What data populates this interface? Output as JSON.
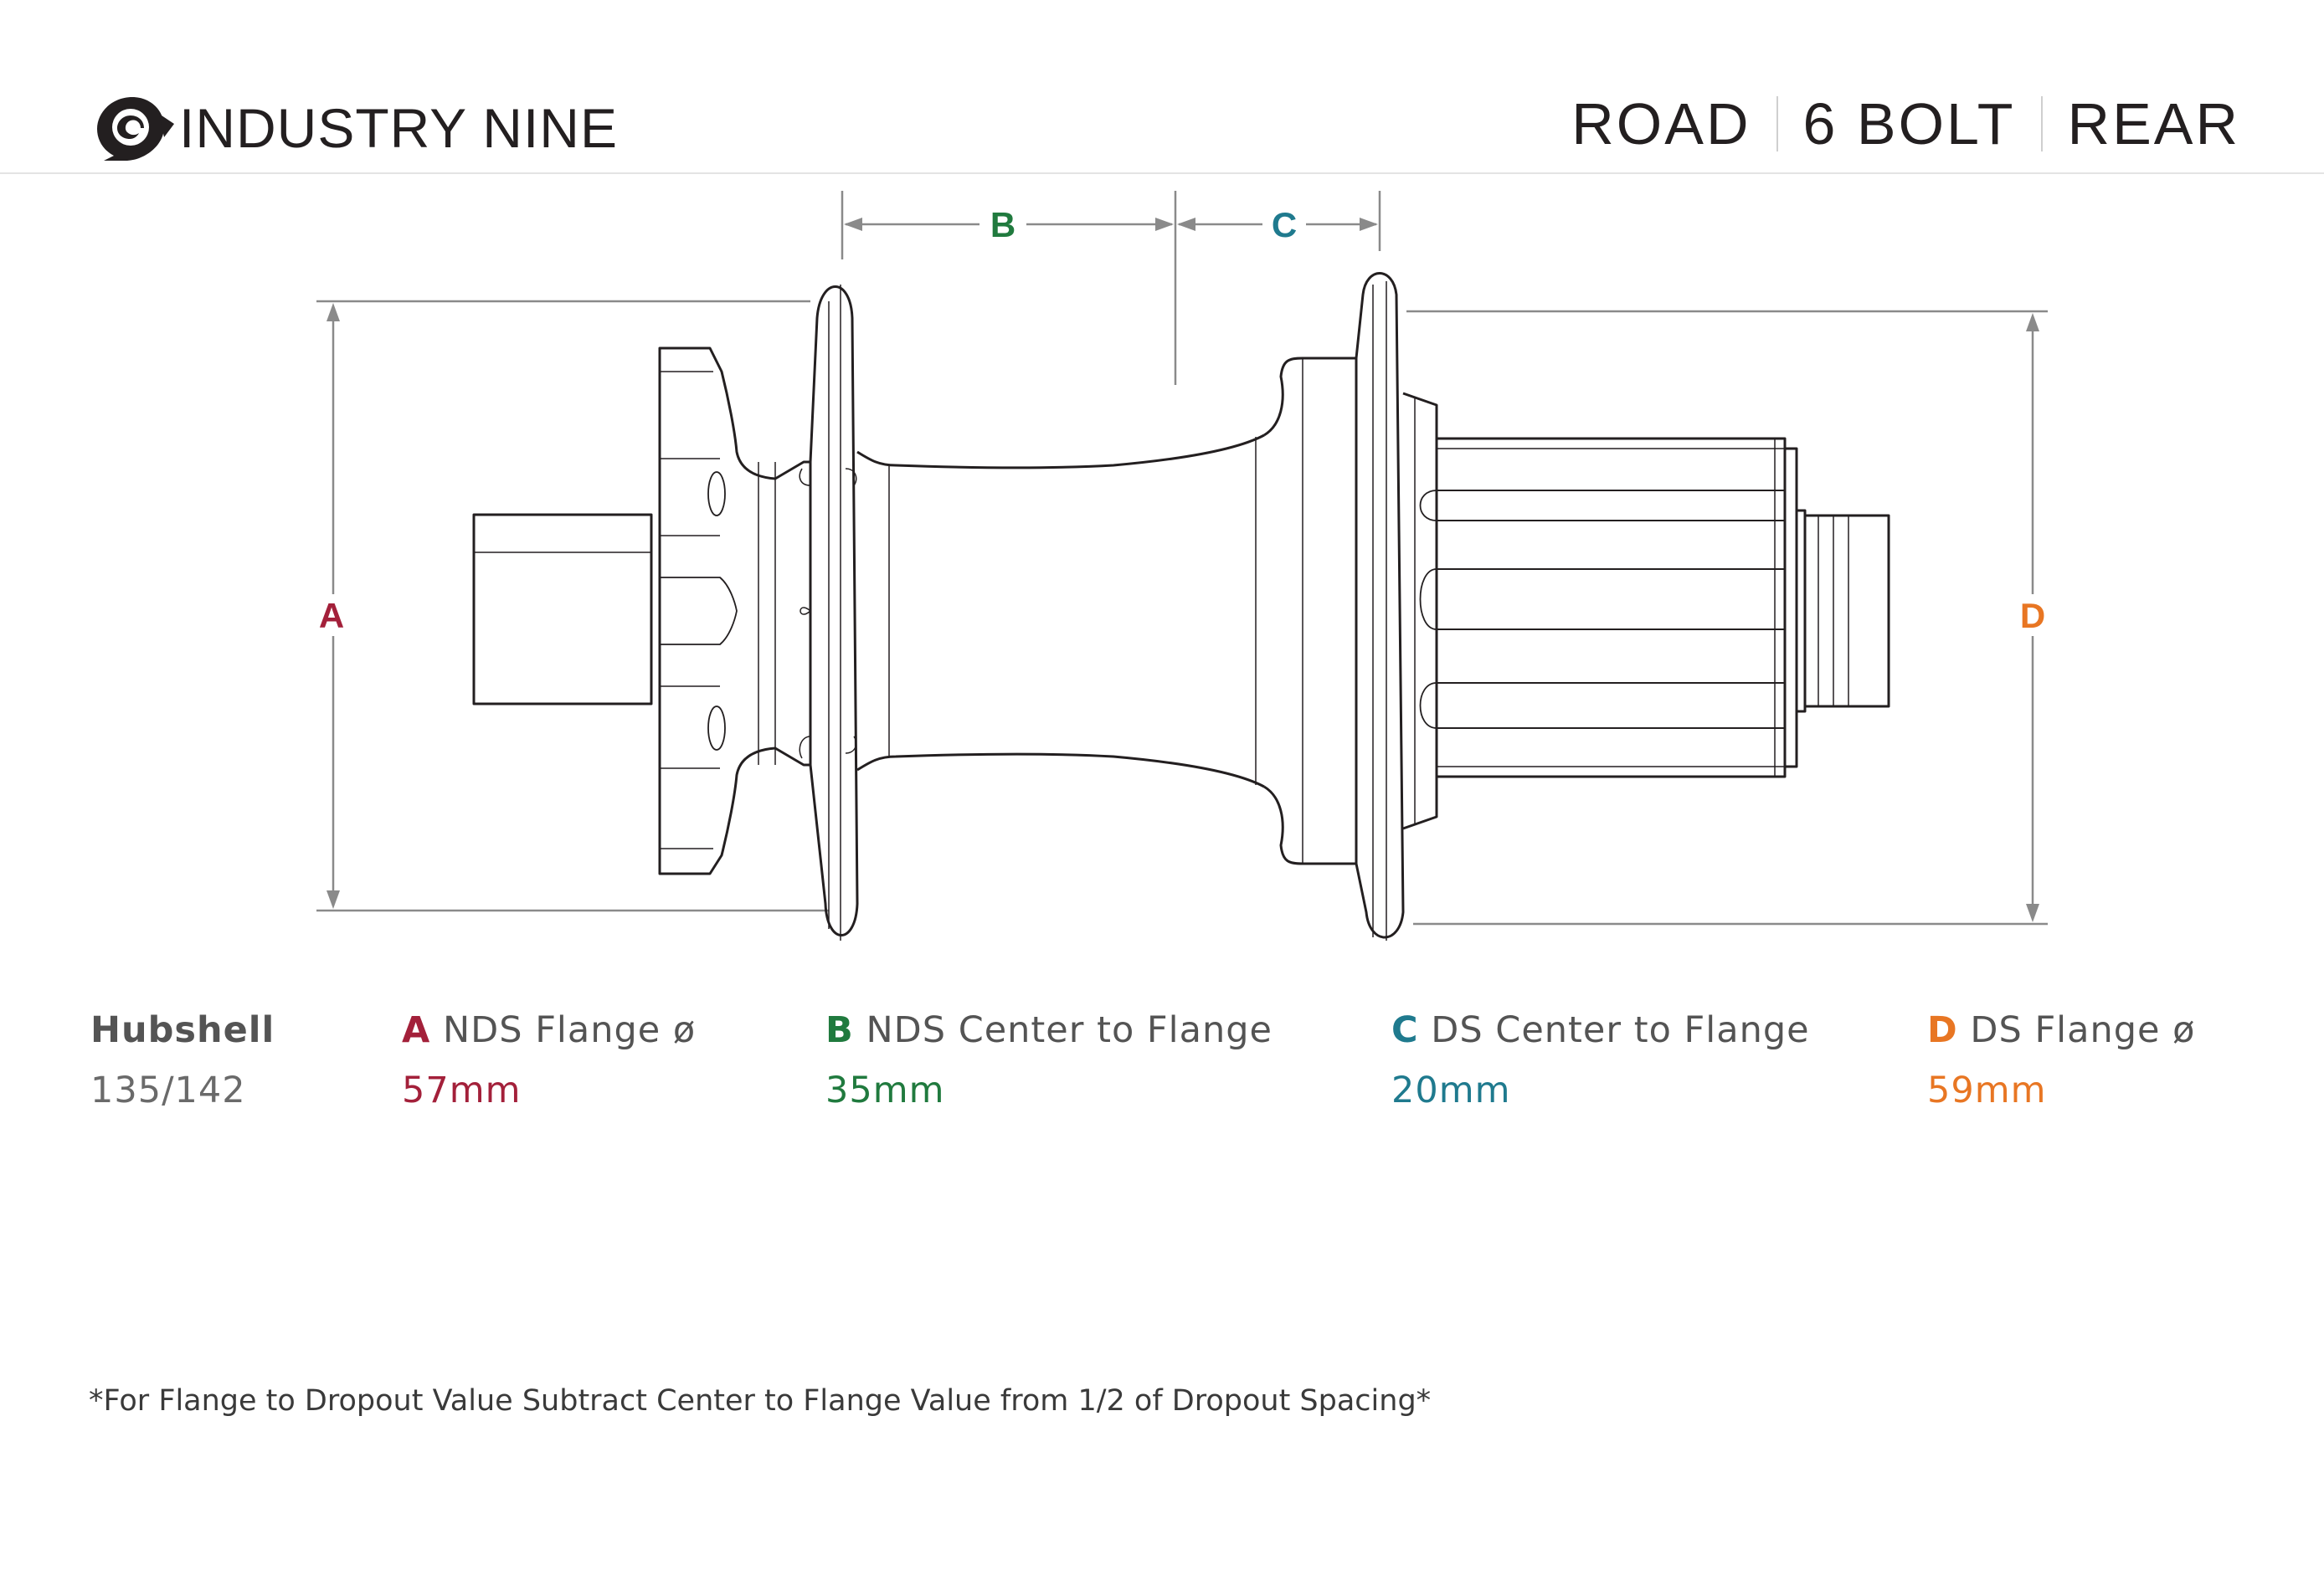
{
  "brand": {
    "name": "INDUSTRY NINE"
  },
  "title": {
    "parts": [
      "ROAD",
      "6 BOLT",
      "REAR"
    ]
  },
  "colors": {
    "A": "#a3203a",
    "B": "#207a3e",
    "C": "#1f7a8e",
    "D": "#e87623",
    "line": "#231f20",
    "dim": "#8a8a8a"
  },
  "dimensions": {
    "A": "A",
    "B": "B",
    "C": "C",
    "D": "D"
  },
  "specs": {
    "hubshell": {
      "label": "Hubshell",
      "value": "135/142"
    },
    "a": {
      "letter": "A",
      "label": "NDS Flange ø",
      "value": "57mm"
    },
    "b": {
      "letter": "B",
      "label": "NDS Center to Flange",
      "value": "35mm"
    },
    "c": {
      "letter": "C",
      "label": "DS Center to Flange",
      "value": "20mm"
    },
    "d": {
      "letter": "D",
      "label": "DS Flange ø",
      "value": "59mm"
    }
  },
  "footnote": "*For Flange to Dropout Value Subtract Center to Flange Value from 1/2 of Dropout Spacing*"
}
